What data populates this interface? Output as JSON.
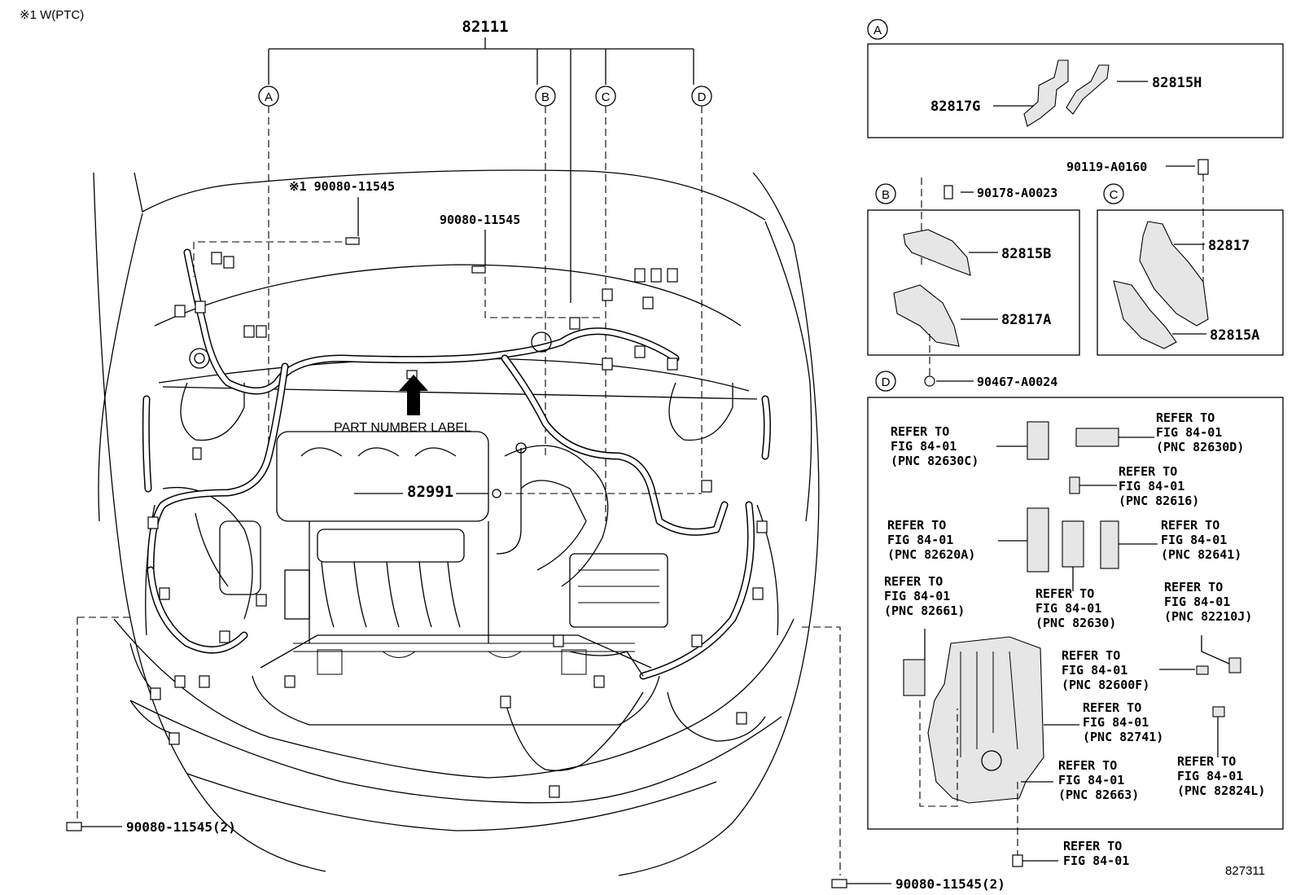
{
  "note": "※1 W(PTC)",
  "main": {
    "top_part": "82111",
    "circle_labels": [
      "A",
      "B",
      "C",
      "D"
    ],
    "bolt_ptc": "※1 90080-11545",
    "bolt_2": "90080-11545",
    "label_text": "PART NUMBER LABEL",
    "part_82991": "82991",
    "bolt_left": "90080-11545(2)",
    "bolt_right": "90080-11545(2)"
  },
  "box_a": {
    "circle": "A",
    "parts": [
      "82815H",
      "82817G"
    ]
  },
  "box_b": {
    "circle": "B",
    "bolt_top": "90178-A0023",
    "parts": [
      "82815B",
      "82817A"
    ],
    "bolt_bottom": "90467-A0024"
  },
  "box_c": {
    "circle": "C",
    "bolt_top": "90119-A0160",
    "parts": [
      "82817",
      "82815A"
    ]
  },
  "box_d": {
    "circle": "D",
    "refs": [
      {
        "l1": "REFER TO",
        "l2": "FIG 84-01",
        "l3": "(PNC 82630C)"
      },
      {
        "l1": "REFER TO",
        "l2": "FIG 84-01",
        "l3": "(PNC 82630D)"
      },
      {
        "l1": "REFER TO",
        "l2": "FIG 84-01",
        "l3": "(PNC 82616)"
      },
      {
        "l1": "REFER TO",
        "l2": "FIG 84-01",
        "l3": "(PNC 82620A)"
      },
      {
        "l1": "REFER TO",
        "l2": "FIG 84-01",
        "l3": "(PNC 82641)"
      },
      {
        "l1": "REFER TO",
        "l2": "FIG 84-01",
        "l3": "(PNC 82661)"
      },
      {
        "l1": "REFER TO",
        "l2": "FIG 84-01",
        "l3": "(PNC 82630)"
      },
      {
        "l1": "REFER TO",
        "l2": "FIG 84-01",
        "l3": "(PNC 82210J)"
      },
      {
        "l1": "REFER TO",
        "l2": "FIG 84-01",
        "l3": "(PNC 82600F)"
      },
      {
        "l1": "REFER TO",
        "l2": "FIG 84-01",
        "l3": "(PNC 82741)"
      },
      {
        "l1": "REFER TO",
        "l2": "FIG 84-01",
        "l3": "(PNC 82663)"
      },
      {
        "l1": "REFER TO",
        "l2": "FIG 84-01",
        "l3": "(PNC 82824L)"
      }
    ],
    "bottom_ref": {
      "l1": "REFER TO",
      "l2": "FIG 84-01"
    }
  },
  "figure_id": "827311"
}
